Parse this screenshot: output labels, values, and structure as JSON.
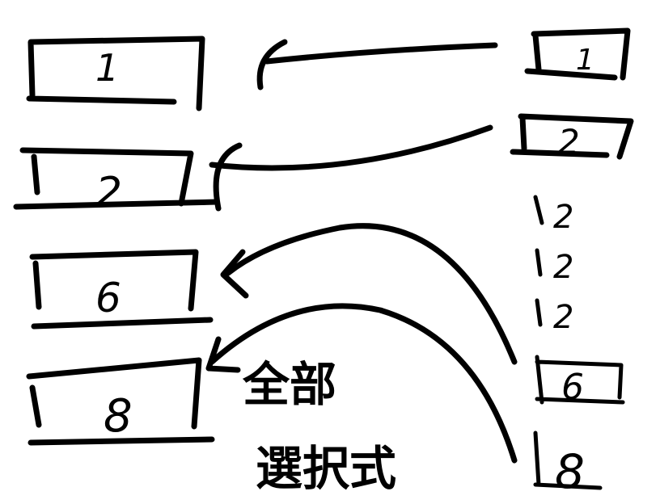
{
  "left_slots": [
    {
      "label": "1"
    },
    {
      "label": "2"
    },
    {
      "label": "6"
    },
    {
      "label": "8"
    }
  ],
  "right_stack": [
    {
      "label": "1"
    },
    {
      "label": "2"
    },
    {
      "label": "2"
    },
    {
      "label": "2"
    },
    {
      "label": "2"
    },
    {
      "label": "6"
    },
    {
      "label": "8"
    }
  ],
  "annotation": {
    "line1": "全部",
    "line2": "選択式"
  }
}
